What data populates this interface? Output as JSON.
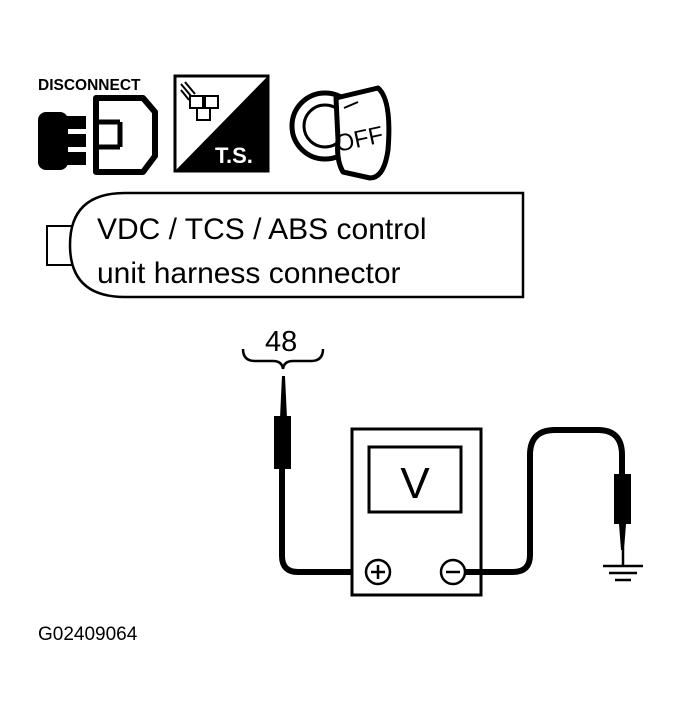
{
  "icons": {
    "disconnect": {
      "label": "DISCONNECT",
      "icon": "connector-disconnect-icon"
    },
    "terminal_side": {
      "label": "T.S.",
      "icon": "terminal-side-icon"
    },
    "ignition_off": {
      "label": "OFF",
      "icon": "ignition-key-off-icon"
    }
  },
  "connector": {
    "line1": "VDC / TCS / ABS control",
    "line2": "unit harness connector"
  },
  "terminal": {
    "number": "48"
  },
  "meter": {
    "label": "V",
    "positive": "+",
    "negative": "−"
  },
  "ground": {
    "icon": "ground-symbol-icon"
  },
  "figure_id": "G02409064"
}
